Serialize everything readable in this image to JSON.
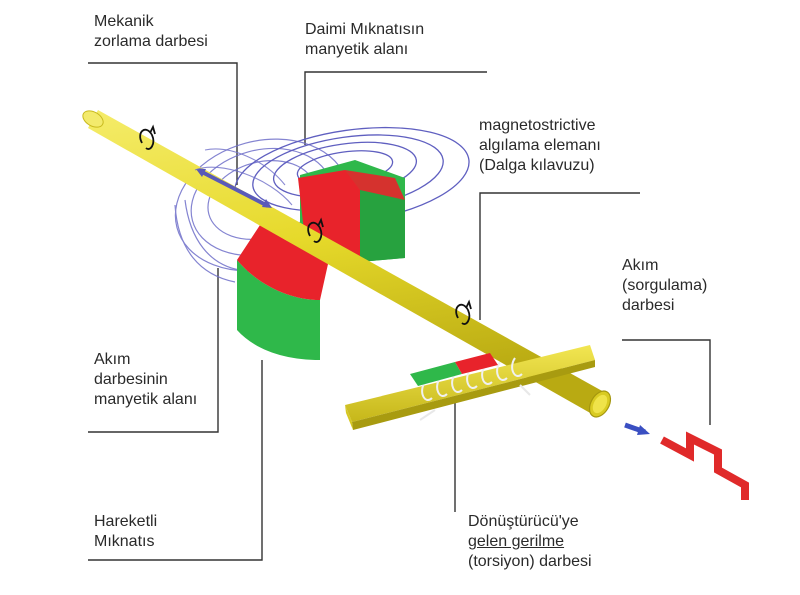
{
  "labels": {
    "mechanical_strain_pulse": [
      "Mekanik",
      "zorlama darbesi"
    ],
    "permanent_magnet_field": [
      "Daimi Mıknatısın",
      "manyetik alanı"
    ],
    "magnetostrictive_element": [
      "magnetostrictive",
      "algılama elemanı",
      "(Dalga kılavuzu)"
    ],
    "current_pulse": [
      "Akım",
      "(sorgulama)",
      "darbesi"
    ],
    "current_pulse_field": [
      "Akım",
      "darbesinin",
      "manyetik alanı"
    ],
    "moving_magnet": [
      "Hareketli",
      "Mıknatıs"
    ],
    "torsion_pulse": [
      "Dönüştürücü'ye",
      "gelen gerilme",
      "(torsiyon) darbesi"
    ]
  },
  "colors": {
    "waveguide": "#e8dc2e",
    "waveguide_dark": "#b7a914",
    "magnet_red": "#e8232b",
    "magnet_green": "#2fb84a",
    "field_lines": "#6f6fc9",
    "pulse_red": "#e02a2a",
    "pulse_blue": "#3a4fc2",
    "leader": "#333333"
  }
}
